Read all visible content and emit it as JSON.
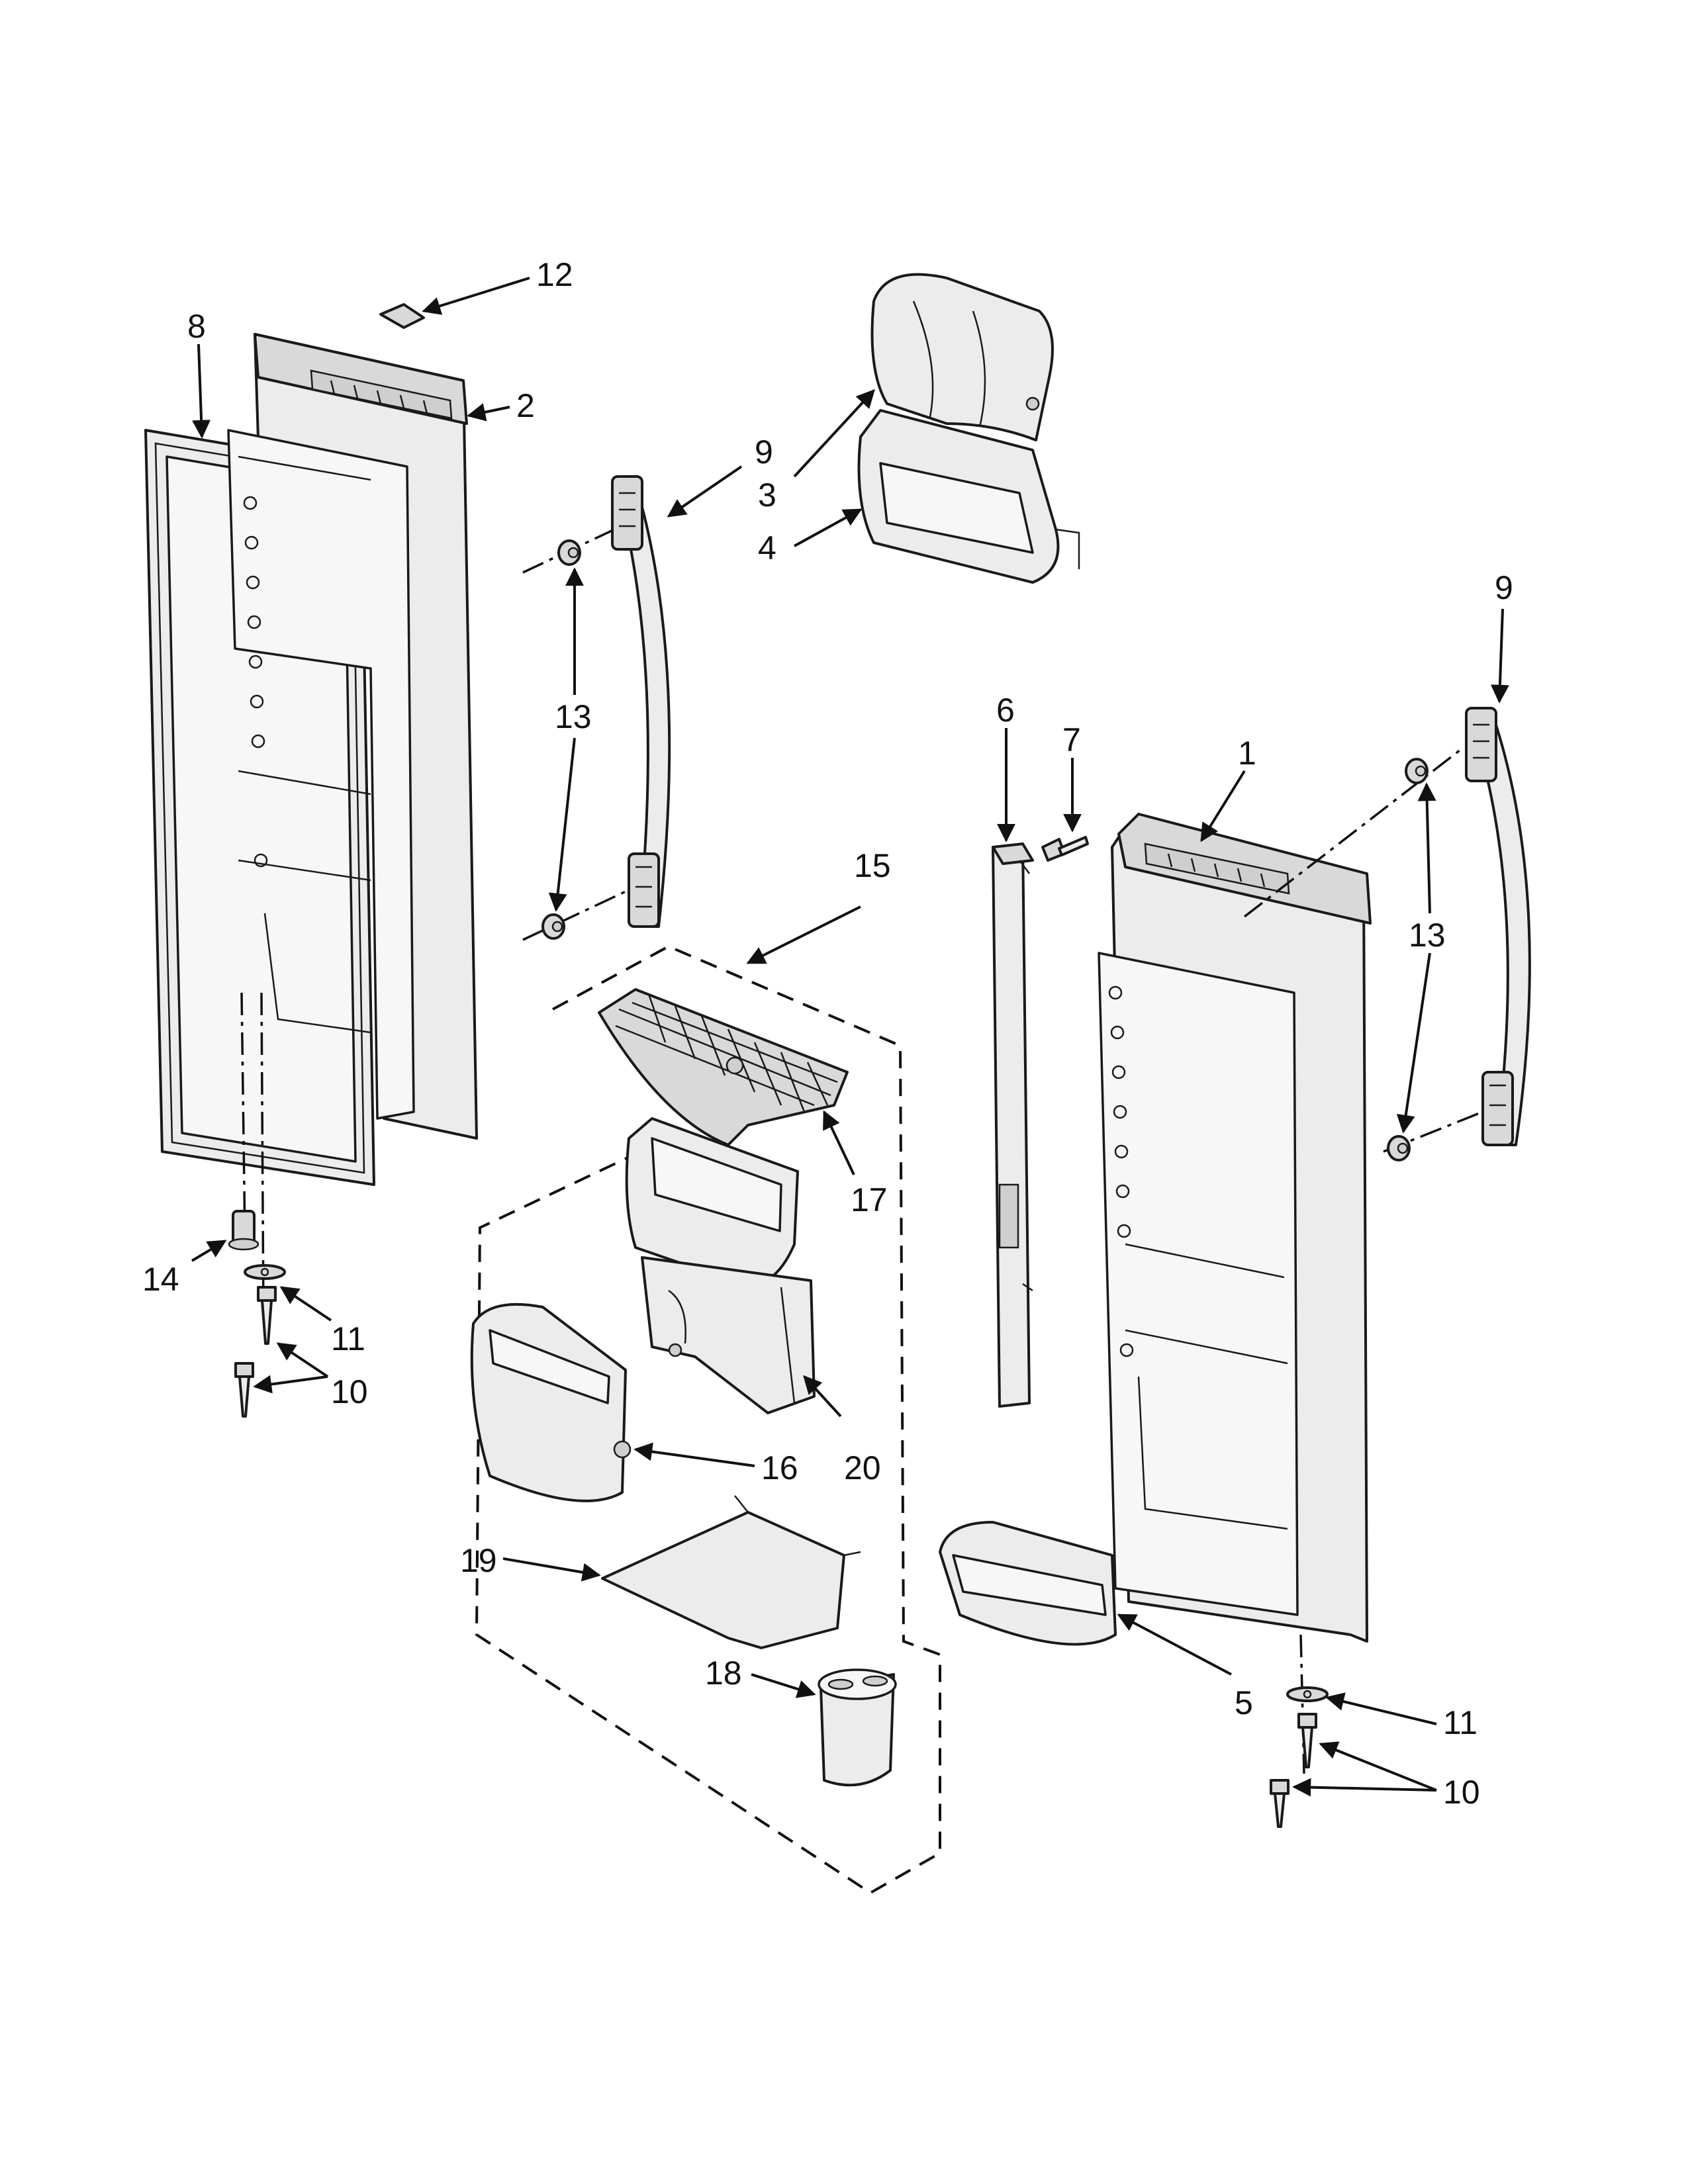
{
  "callouts": {
    "c1": "1",
    "c2": "2",
    "c3": "3",
    "c4": "4",
    "c5": "5",
    "c6": "6",
    "c7": "7",
    "c8": "8",
    "c9_left": "9",
    "c9_right": "9",
    "c10_left": "10",
    "c10_right": "10",
    "c11_left": "11",
    "c11_right": "11",
    "c12": "12",
    "c13_left": "13",
    "c13_right": "13",
    "c14": "14",
    "c15": "15",
    "c16": "16",
    "c17": "17",
    "c18": "18",
    "c19": "19",
    "c20": "20"
  }
}
